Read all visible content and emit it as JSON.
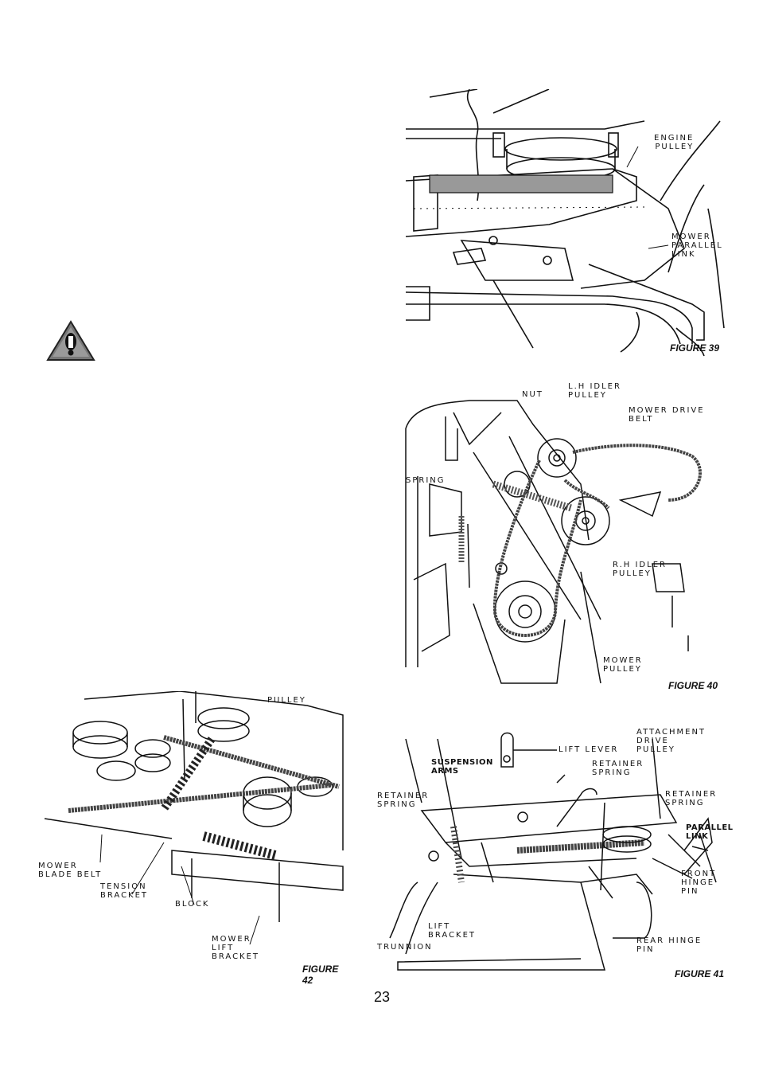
{
  "page_number": "23",
  "warning_icon": "warning-triangle-icon",
  "figure39": {
    "caption": "FIGURE 39",
    "labels": {
      "engine_pulley": "ENGINE\nPULLEY",
      "mower_parallel_link": "MOWER\nPARALLEL\nLINK"
    }
  },
  "figure40": {
    "caption": "FIGURE 40",
    "labels": {
      "nut": "NUT",
      "lh_idler_pulley": "L.H IDLER\nPULLEY",
      "mower_drive_belt": "MOWER DRIVE\nBELT",
      "spring": "SPRING",
      "rh_idler_pulley": "R.H IDLER\nPULLEY",
      "mower_pulley": "MOWER\nPULLEY"
    }
  },
  "figure41": {
    "caption": "FIGURE 41",
    "labels": {
      "attachment_drive_pulley": "ATTACHMENT\nDRIVE\nPULLEY",
      "lift_lever": "LIFT LEVER",
      "suspension_arms": "SUSPENSION\nARMS",
      "retainer_spring_top": "RETAINER\nSPRING",
      "retainer_spring_left": "RETAINER\nSPRING",
      "retainer_spring_right": "RETAINER\nSPRING",
      "parallel_link": "PARALLEL\nLINK",
      "front_hinge_pin": "FRONT\nHINGE\nPIN",
      "lift_bracket": "LIFT\nBRACKET",
      "trunnion": "TRUNNION",
      "rear_hinge_pin": "REAR HINGE\nPIN"
    }
  },
  "figure42": {
    "caption": "FIGURE 42",
    "labels": {
      "pulley": "PULLEY",
      "mower_blade_belt": "MOWER\nBLADE BELT",
      "tension_bracket": "TENSION\nBRACKET",
      "block": "BLOCK",
      "mower_lift_bracket": "MOWER\nLIFT\nBRACKET"
    }
  }
}
